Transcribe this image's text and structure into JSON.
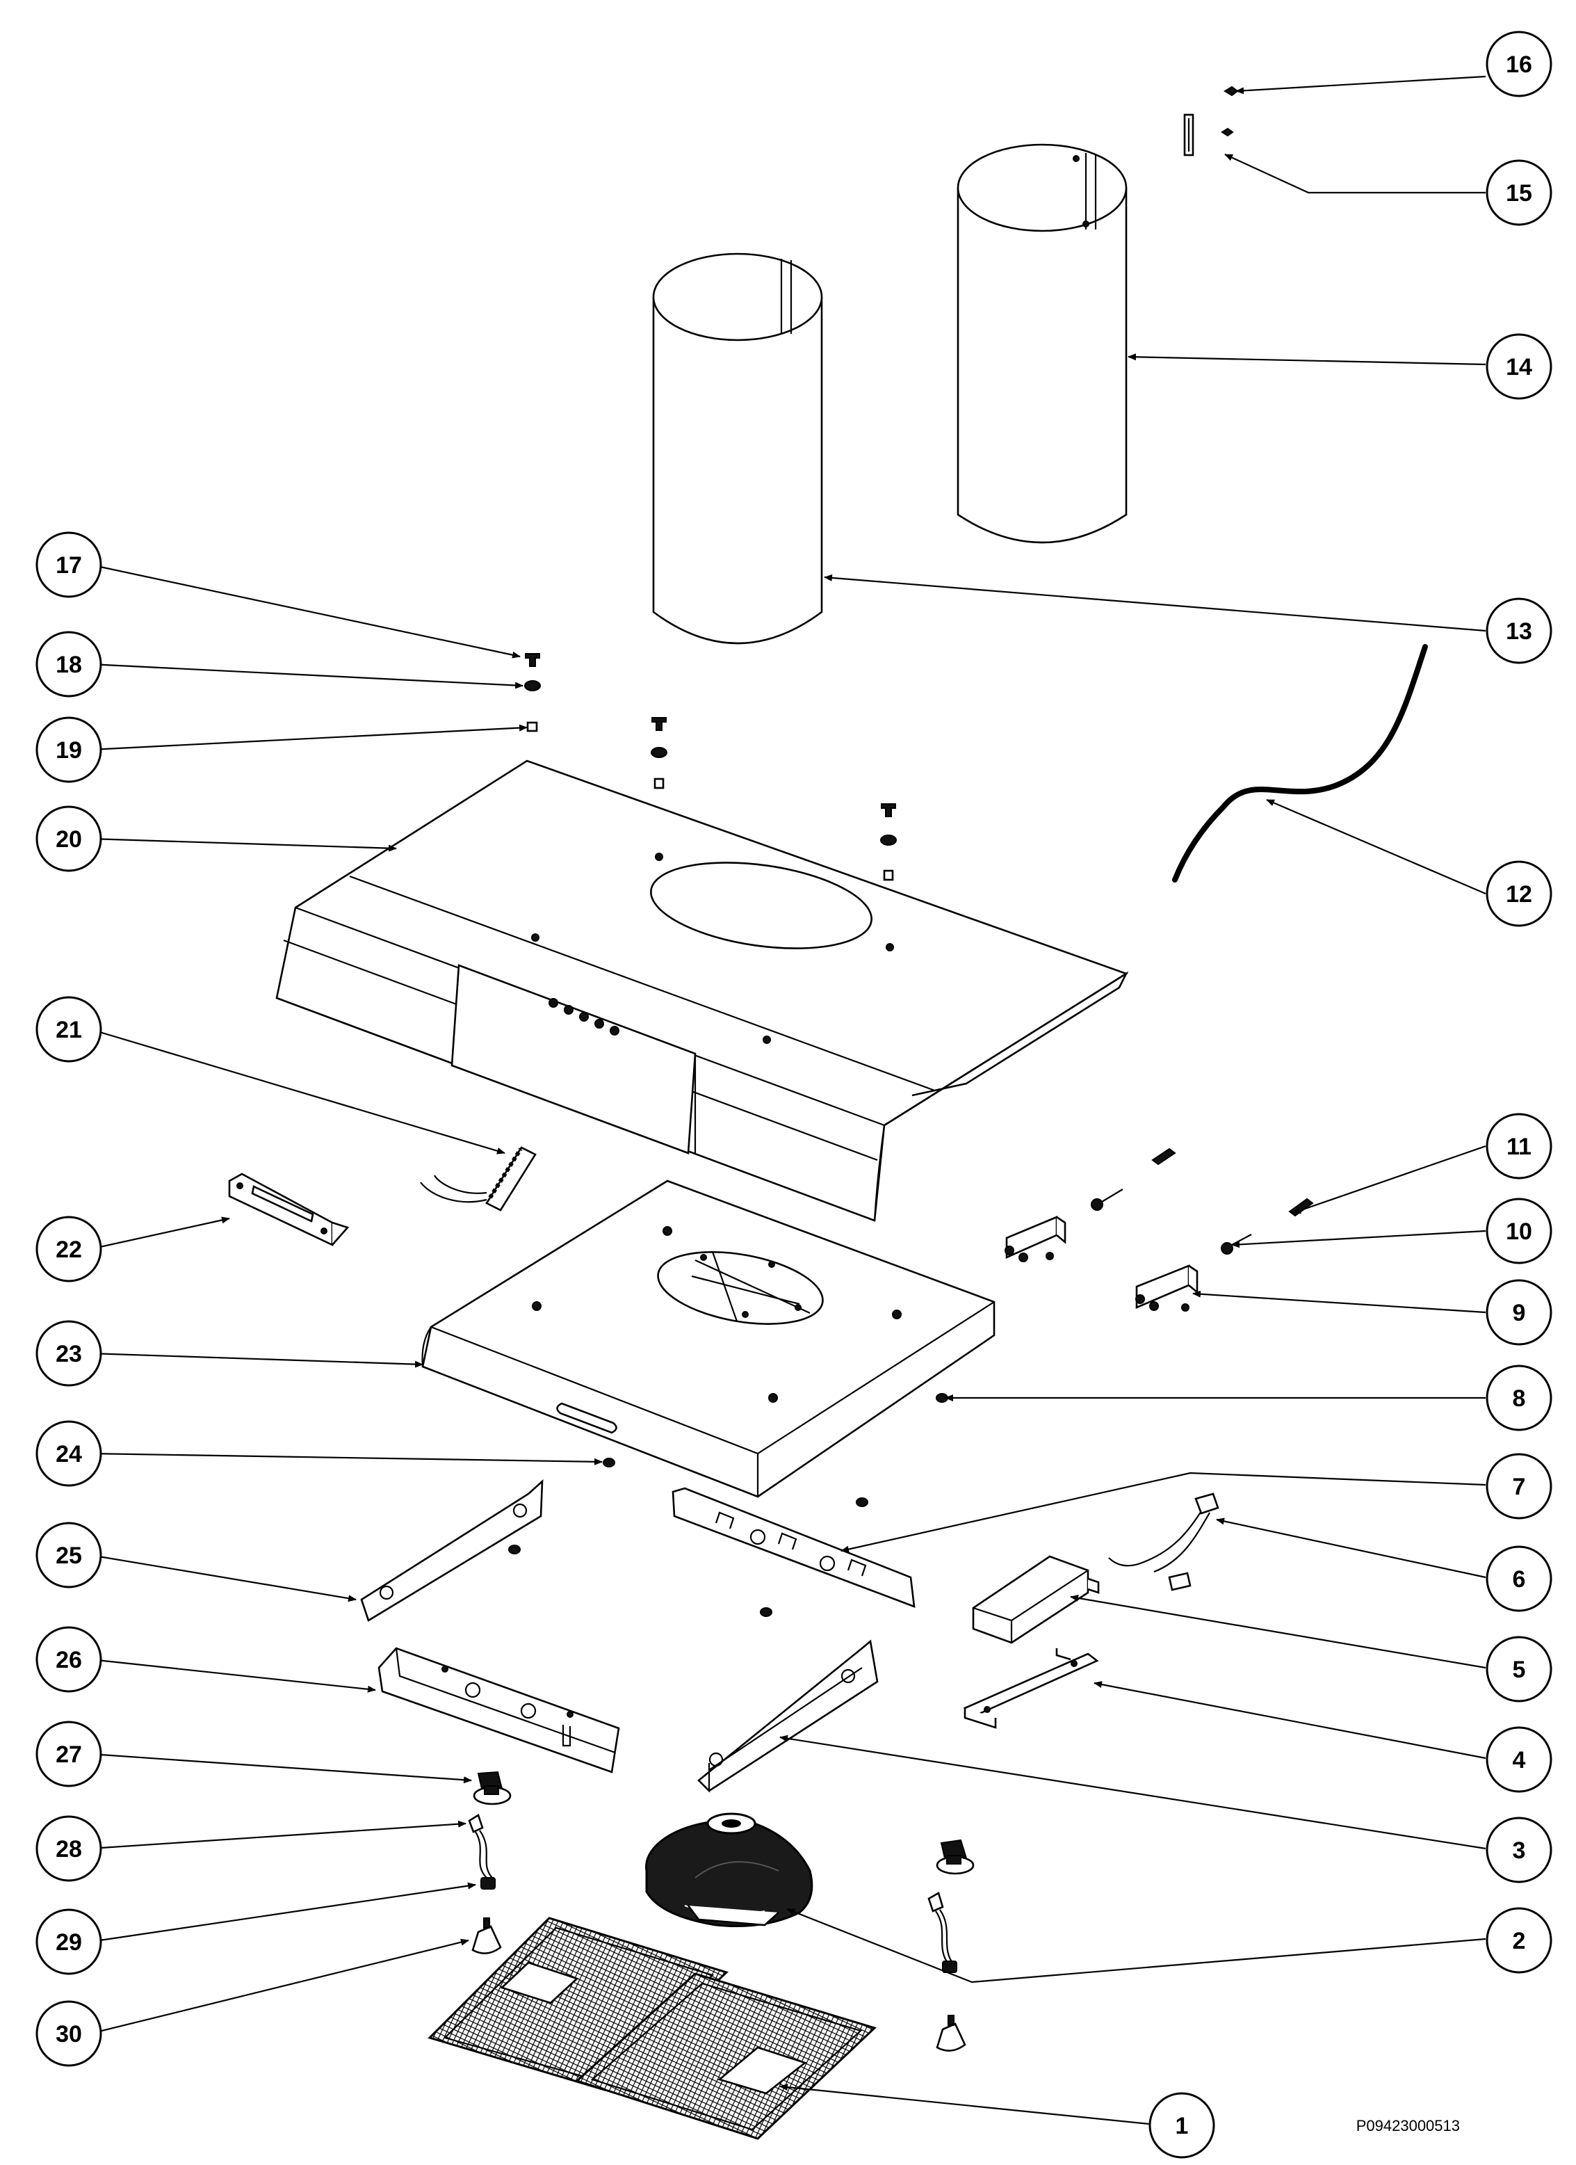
{
  "callouts": [
    {
      "id": "1"
    },
    {
      "id": "2"
    },
    {
      "id": "3"
    },
    {
      "id": "4"
    },
    {
      "id": "5"
    },
    {
      "id": "6"
    },
    {
      "id": "7"
    },
    {
      "id": "8"
    },
    {
      "id": "9"
    },
    {
      "id": "10"
    },
    {
      "id": "11"
    },
    {
      "id": "12"
    },
    {
      "id": "13"
    },
    {
      "id": "14"
    },
    {
      "id": "15"
    },
    {
      "id": "16"
    },
    {
      "id": "17"
    },
    {
      "id": "18"
    },
    {
      "id": "19"
    },
    {
      "id": "20"
    },
    {
      "id": "21"
    },
    {
      "id": "22"
    },
    {
      "id": "23"
    },
    {
      "id": "24"
    },
    {
      "id": "25"
    },
    {
      "id": "26"
    },
    {
      "id": "27"
    },
    {
      "id": "28"
    },
    {
      "id": "29"
    },
    {
      "id": "30"
    }
  ],
  "drawing_code": "P09423000513",
  "colors": {
    "line": "#000000",
    "background": "#ffffff",
    "dark_fill": "#111111"
  }
}
